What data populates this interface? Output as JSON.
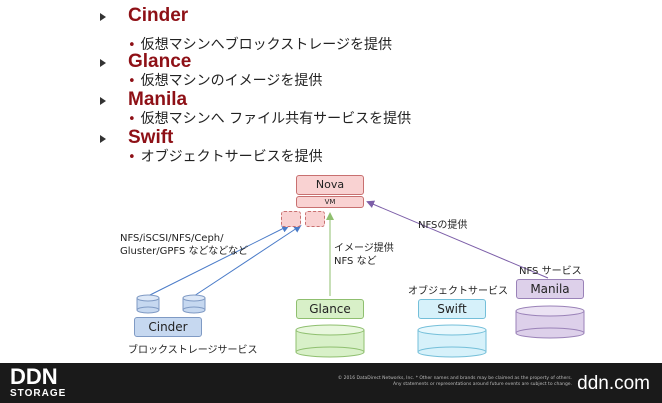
{
  "bullets": [
    {
      "title": "Cinder",
      "description": "仮想マシンへブロックストレージを提供"
    },
    {
      "title": "Glance",
      "description": "仮想マシンのイメージを提供"
    },
    {
      "title": "Manila",
      "description": "仮想マシンへ ファイル共有サービスを提供"
    },
    {
      "title": "Swift",
      "description": "オブジェクトサービスを提供"
    }
  ],
  "diagram": {
    "nova_label": "Nova",
    "vm_label": "VM",
    "cinder_protocols_line1": "NFS/iSCSI/NFS/Ceph/",
    "cinder_protocols_line2": "Gluster/GPFS などなどなど",
    "image_provide_line1": "イメージ提供",
    "image_provide_line2": "NFS など",
    "nfs_provide_label": "NFSの提供",
    "nfs_service_label": "NFS サービス",
    "object_service_label": "オブジェクトサービス",
    "block_storage_label": "ブロックストレージサービス",
    "cinder_label": "Cinder",
    "glance_label": "Glance",
    "swift_label": "Swift",
    "manila_label": "Manila",
    "colors": {
      "nova": "#f9d2d2",
      "cinder": "#c6d8f0",
      "glance": "#d8f0c8",
      "swift": "#d6f1fa",
      "manila": "#ddd0ea"
    }
  },
  "footer": {
    "logo_text": "DDN",
    "logo_subtext": "STORAGE",
    "legal_line1": "© 2016 DataDirect Networks, Inc. * Other names and brands may be claimed as the property of others.",
    "legal_line2": "Any statements or representations around future events are subject to change.",
    "url": "ddn.com"
  }
}
